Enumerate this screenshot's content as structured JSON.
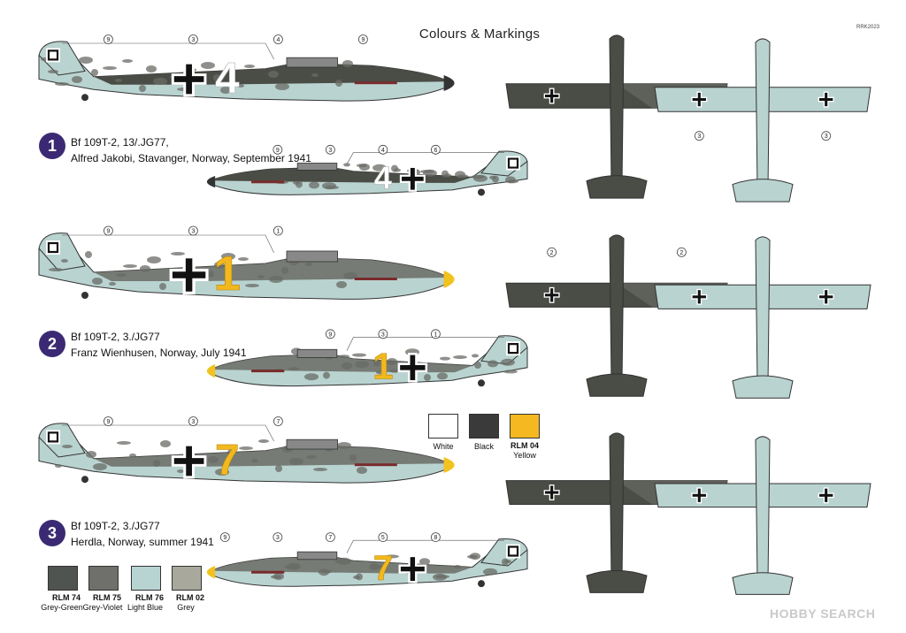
{
  "title": "Colours & Markings",
  "product_code": "RRK2023",
  "schemes": [
    {
      "number": "1",
      "line1": "Bf 109T-2, 13/.JG77,",
      "line2": "Alfred Jakobi, Stavanger, Norway, September 1941",
      "aircraft_numeral": "4",
      "numeral_color": "#ffffff"
    },
    {
      "number": "2",
      "line1": "Bf 109T-2, 3./JG77",
      "line2": "Franz Wienhusen, Norway, July 1941",
      "aircraft_numeral": "1",
      "numeral_color": "#f2b81e"
    },
    {
      "number": "3",
      "line1": "Bf 109T-2, 3./JG77",
      "line2": "Herdla, Norway, summer 1941",
      "aircraft_numeral": "7",
      "numeral_color": "#f2b81e"
    }
  ],
  "marking_colors": [
    {
      "code": "",
      "name": "White",
      "hex": "#ffffff"
    },
    {
      "code": "",
      "name": "Black",
      "hex": "#3a3a3a"
    },
    {
      "code": "RLM 04",
      "name": "Yellow",
      "hex": "#f6b820"
    }
  ],
  "camo_colors": [
    {
      "code": "RLM 74",
      "name": "Grey-Green",
      "hex": "#505450"
    },
    {
      "code": "RLM 75",
      "name": "Grey-Violet",
      "hex": "#6f6f6b"
    },
    {
      "code": "RLM 76",
      "name": "Light Blue",
      "hex": "#b8d4d2"
    },
    {
      "code": "RLM 02",
      "name": "Grey",
      "hex": "#a8a89c"
    }
  ],
  "callouts": {
    "s1_left": [
      "9",
      "3",
      "4",
      "9"
    ],
    "s1_right": [
      "6",
      "4",
      "3",
      "9"
    ],
    "s1_top": [
      "3",
      "3"
    ],
    "s2_left": [
      "9",
      "3",
      "1"
    ],
    "s2_right": [
      "1",
      "3",
      "9"
    ],
    "s2_top": [
      "2",
      "2"
    ],
    "s3_left": [
      "9",
      "3",
      "7"
    ],
    "s3_right": [
      "8",
      "5",
      "7",
      "3",
      "9"
    ]
  },
  "watermark": "HOBBY SEARCH"
}
